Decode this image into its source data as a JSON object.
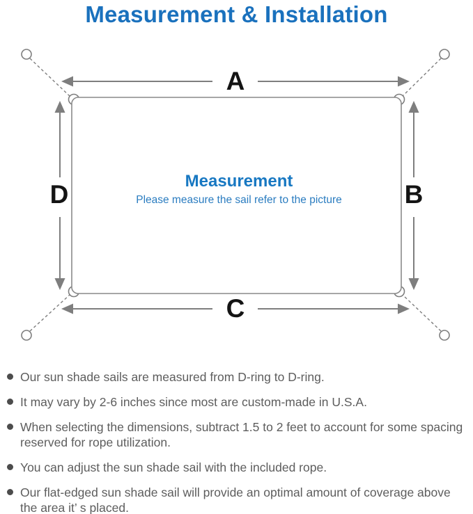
{
  "header": {
    "title": "Measurement & Installation"
  },
  "diagram": {
    "labels": {
      "top": "A",
      "right": "B",
      "bottom": "C",
      "left": "D"
    },
    "center_title": "Measurement",
    "center_subtitle": "Please measure the sail refer to the picture"
  },
  "notes": {
    "items": [
      "Our sun shade sails are measured from D-ring to D-ring.",
      "It may vary by 2-6 inches since most are custom-made in U.S.A.",
      "When selecting the dimensions, subtract 1.5 to 2 feet to account for some spacing reserved for rope utilization.",
      "You can adjust the sun shade sail with the included rope.",
      "Our flat-edged sun shade sail will provide an optimal amount of coverage above the area it’ s placed."
    ]
  },
  "colors": {
    "title_blue": "#1a71bd",
    "center_blue": "#1878c2",
    "line_gray": "#7e7e7e",
    "text_gray": "#5d5d5d",
    "label_black": "#141414"
  }
}
